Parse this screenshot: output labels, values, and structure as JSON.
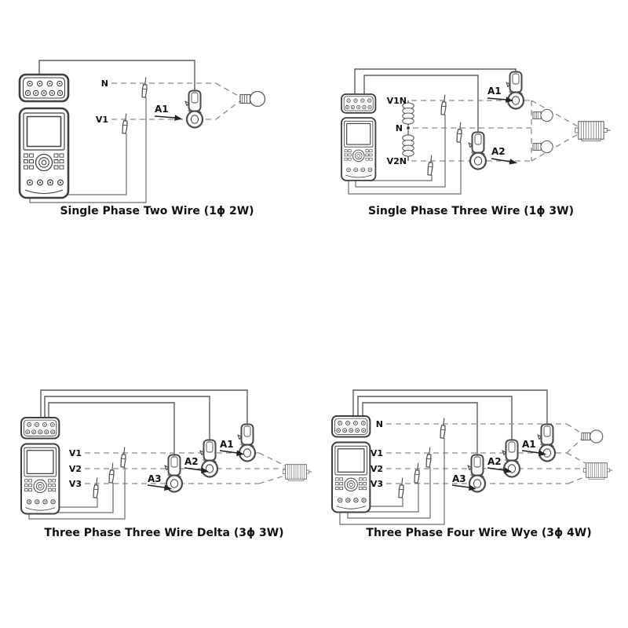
{
  "diagram": {
    "background_color": "#ffffff",
    "line_color": "#5a5a5a",
    "dashed_line_color": "#8a8a8a",
    "text_color": "#111111",
    "icons": {
      "meter": "power-analyzer-icon",
      "clamp": "current-clamp-icon",
      "probe": "test-probe-icon",
      "lamp": "lamp-load-icon",
      "motor": "motor-load-icon",
      "coil": "transformer-coil-icon"
    }
  },
  "panels": {
    "tl": {
      "caption": "Single Phase Two Wire (1ϕ 2W)",
      "wire_labels": {
        "n": "N",
        "v1": "V1"
      },
      "clamp_labels": {
        "a1": "A1"
      }
    },
    "tr": {
      "caption": "Single Phase Three Wire (1ϕ 3W)",
      "wire_labels": {
        "v1n": "V1N",
        "n": "N",
        "v2n": "V2N"
      },
      "clamp_labels": {
        "a1": "A1",
        "a2": "A2"
      }
    },
    "bl": {
      "caption": "Three Phase Three Wire Delta (3ϕ 3W)",
      "wire_labels": {
        "v1": "V1",
        "v2": "V2",
        "v3": "V3"
      },
      "clamp_labels": {
        "a1": "A1",
        "a2": "A2",
        "a3": "A3"
      }
    },
    "br": {
      "caption": "Three Phase Four Wire Wye (3ϕ 4W)",
      "wire_labels": {
        "n": "N",
        "v1": "V1",
        "v2": "V2",
        "v3": "V3"
      },
      "clamp_labels": {
        "a1": "A1",
        "a2": "A2",
        "a3": "A3"
      }
    }
  }
}
